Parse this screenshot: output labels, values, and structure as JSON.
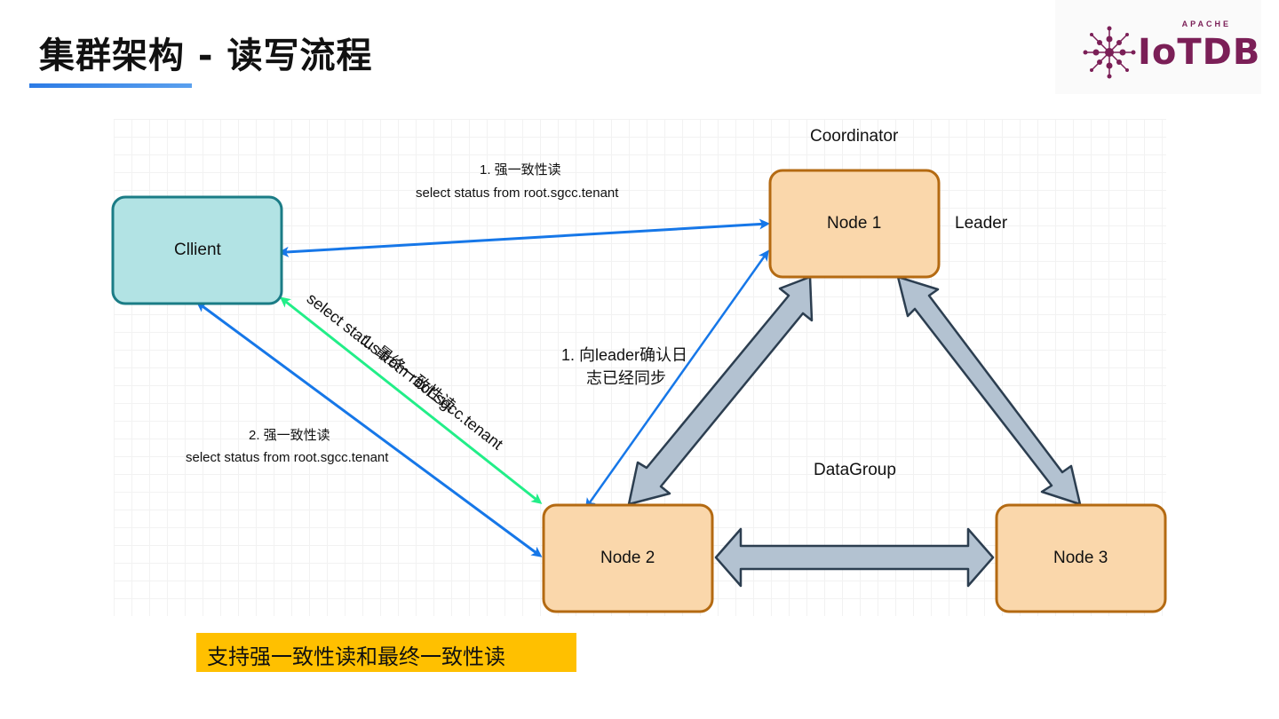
{
  "title": "集群架构 - 读写流程",
  "logo": {
    "brand": "IoTDB",
    "apache": "APACHE",
    "icon": "iotdb-logo-icon"
  },
  "nodes": {
    "client": "Cllient",
    "node1": "Node 1",
    "node2": "Node 2",
    "node3": "Node 3"
  },
  "labels": {
    "coordinator": "Coordinator",
    "leader": "Leader",
    "datagroup": "DataGroup"
  },
  "edges": {
    "strong_read_1": {
      "step": "1.  强一致性读",
      "query": "select status from root.sgcc.tenant"
    },
    "strong_read_2": {
      "step": "2.  强一致性读",
      "query": "select status from root.sgcc.tenant"
    },
    "eventual_read": {
      "step": "1. 最终一致性读",
      "query": "select status from root.sgcc.tenant"
    },
    "confirm_leader": {
      "line1": "1. 向leader确认日",
      "line2": "志已经同步"
    }
  },
  "note": "支持强一致性读和最终一致性读",
  "colors": {
    "client_fill": "#b2e3e4",
    "client_border": "#1b7c86",
    "node_fill": "#fad7ab",
    "node_border": "#b46a12",
    "strong_arrow": "#1677e8",
    "eventual_arrow": "#22ee88",
    "fat_arrow_fill": "#b3c2d1",
    "fat_arrow_border": "#2c3e50",
    "note_bg": "#ffc000"
  }
}
